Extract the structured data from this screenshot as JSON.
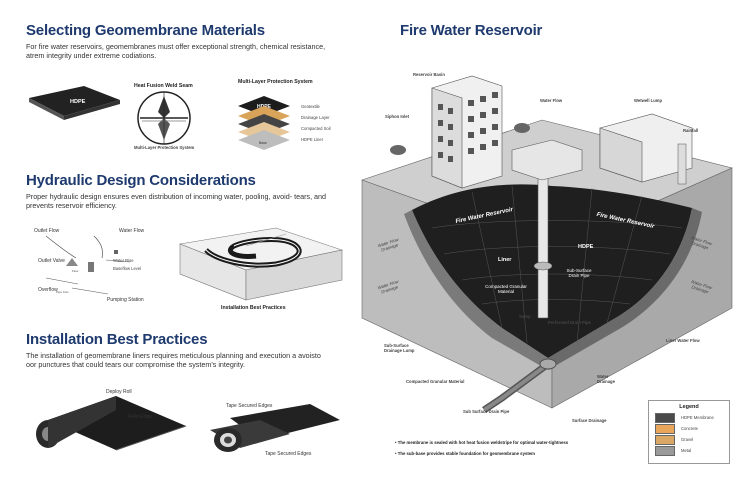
{
  "left": {
    "sec1": {
      "title": "Selecting Geomembrane Materials",
      "text_line1": "For fire water reservoirs, geomembranes must offer exceptional strength, chemical resistance,",
      "text_line2": "atrem integrity under extreme codiations.",
      "hdpe_label": "HDPE",
      "weld_title": "Heat Fusion Weld Seam",
      "weld_caption": "Multi-Layer Protection System",
      "mlps_title": "Multi-Layer Protection System",
      "layer_hdpe": "HDPE",
      "layer_geotextile": "Geotextile",
      "layer_drainage": "Drainage Layer",
      "layer_soil": "Compacted Soil",
      "layer_liner": "HDPE Liner",
      "layer_base": "Base"
    },
    "sec2": {
      "title": "Hydraulic Design Considerations",
      "text_line1": "Proper hydraulic design ensures even distribution of incoming water, pooling, avoid- tears, and",
      "text_line2": "prevents reservoir efficiency.",
      "outlet_flow": "Outlet Flow",
      "water_flow": "Water Flow",
      "outlet_valve": "Outlet Valve",
      "water_rise": "Water Rise",
      "baseflow_level": "Baseflow Level",
      "overflow": "Overflow",
      "pumping_station": "Pumping Station",
      "flow_small": "Flow",
      "pipe_small": "Pipe Inlet",
      "install_caption": "Installation Best Practices"
    },
    "sec3": {
      "title": "Installation Best Practices",
      "text_line1": "The installation of geomembrane liners requires meticulous planning and execution a avoisto",
      "text_line2": "oor punctures that could tears our compromise the system's integrity.",
      "deploy_roll": "Deploy Roll",
      "field_edge": "Field Edge",
      "tape_secured_top": "Tape Secured Edges",
      "tape_secured_bottom": "Tape Secured Edges"
    }
  },
  "right": {
    "title": "Fire Water Reservoir",
    "reservoir_basin": "Reservoir Basin",
    "siphon_inlet": "Siphon Inlet",
    "water_flow": "Water Flow",
    "wetwell_lump": "Wetwell Lump",
    "rainfall": "Rainfall",
    "fire_water_reservoir_1": "Fire Water Reservoir",
    "fire_water_reservoir_2": "Fire Water Reservoir",
    "hdpe": "HDPE",
    "liner": "Liner",
    "sub_surface_drain_pipe_1": "Sub-Surface",
    "sub_surface_drain_pipe_2": "Drain Pipe",
    "compacted_granular_1": "Compacted Granular",
    "compacted_granular_2": "Material",
    "sump": "Sump",
    "perforated_drain_pipe": "Perforated Drain Pipe",
    "water_flow_drainage_left_1": "Water Flow",
    "water_flow_drainage_left_2": "Drainage",
    "water_flow_drainage_right_1": "Water Flow",
    "water_flow_drainage_right_2": "Drainage",
    "water_flow_side_left_1": "Water Flow",
    "water_flow_side_left_2": "Drainage",
    "water_flow_side_right_1": "Water Flow",
    "water_flow_side_right_2": "Drainage",
    "sub_surface_drainage_lump_1": "Sub-Surface",
    "sub_surface_drainage_lump_2": "Drainage Lump",
    "liner_water_flow": "Liner Water Flow",
    "compacted_granular_material": "Compacted Granular Material",
    "water_drainage_1": "Water",
    "water_drainage_2": "Drainage",
    "sub_surface_drain_pipe_bottom": "Sub Surface Drain Pipe",
    "surface_drainage": "Surface Drainage",
    "note1": "• The membrane is sealed with hot heat fusion weldstripe for optimal water-tightness",
    "note2": "• The sub-base provides stable foundation for geomembrane system",
    "legend": {
      "title": "Legend",
      "items": [
        {
          "label": "HDPE Membrane",
          "color": "#4a4a4a"
        },
        {
          "label": "Concrete",
          "color": "#e8a65a"
        },
        {
          "label": "Gravel",
          "color": "#d9a866"
        },
        {
          "label": "Metal",
          "color": "#9a9a9a"
        }
      ]
    }
  }
}
